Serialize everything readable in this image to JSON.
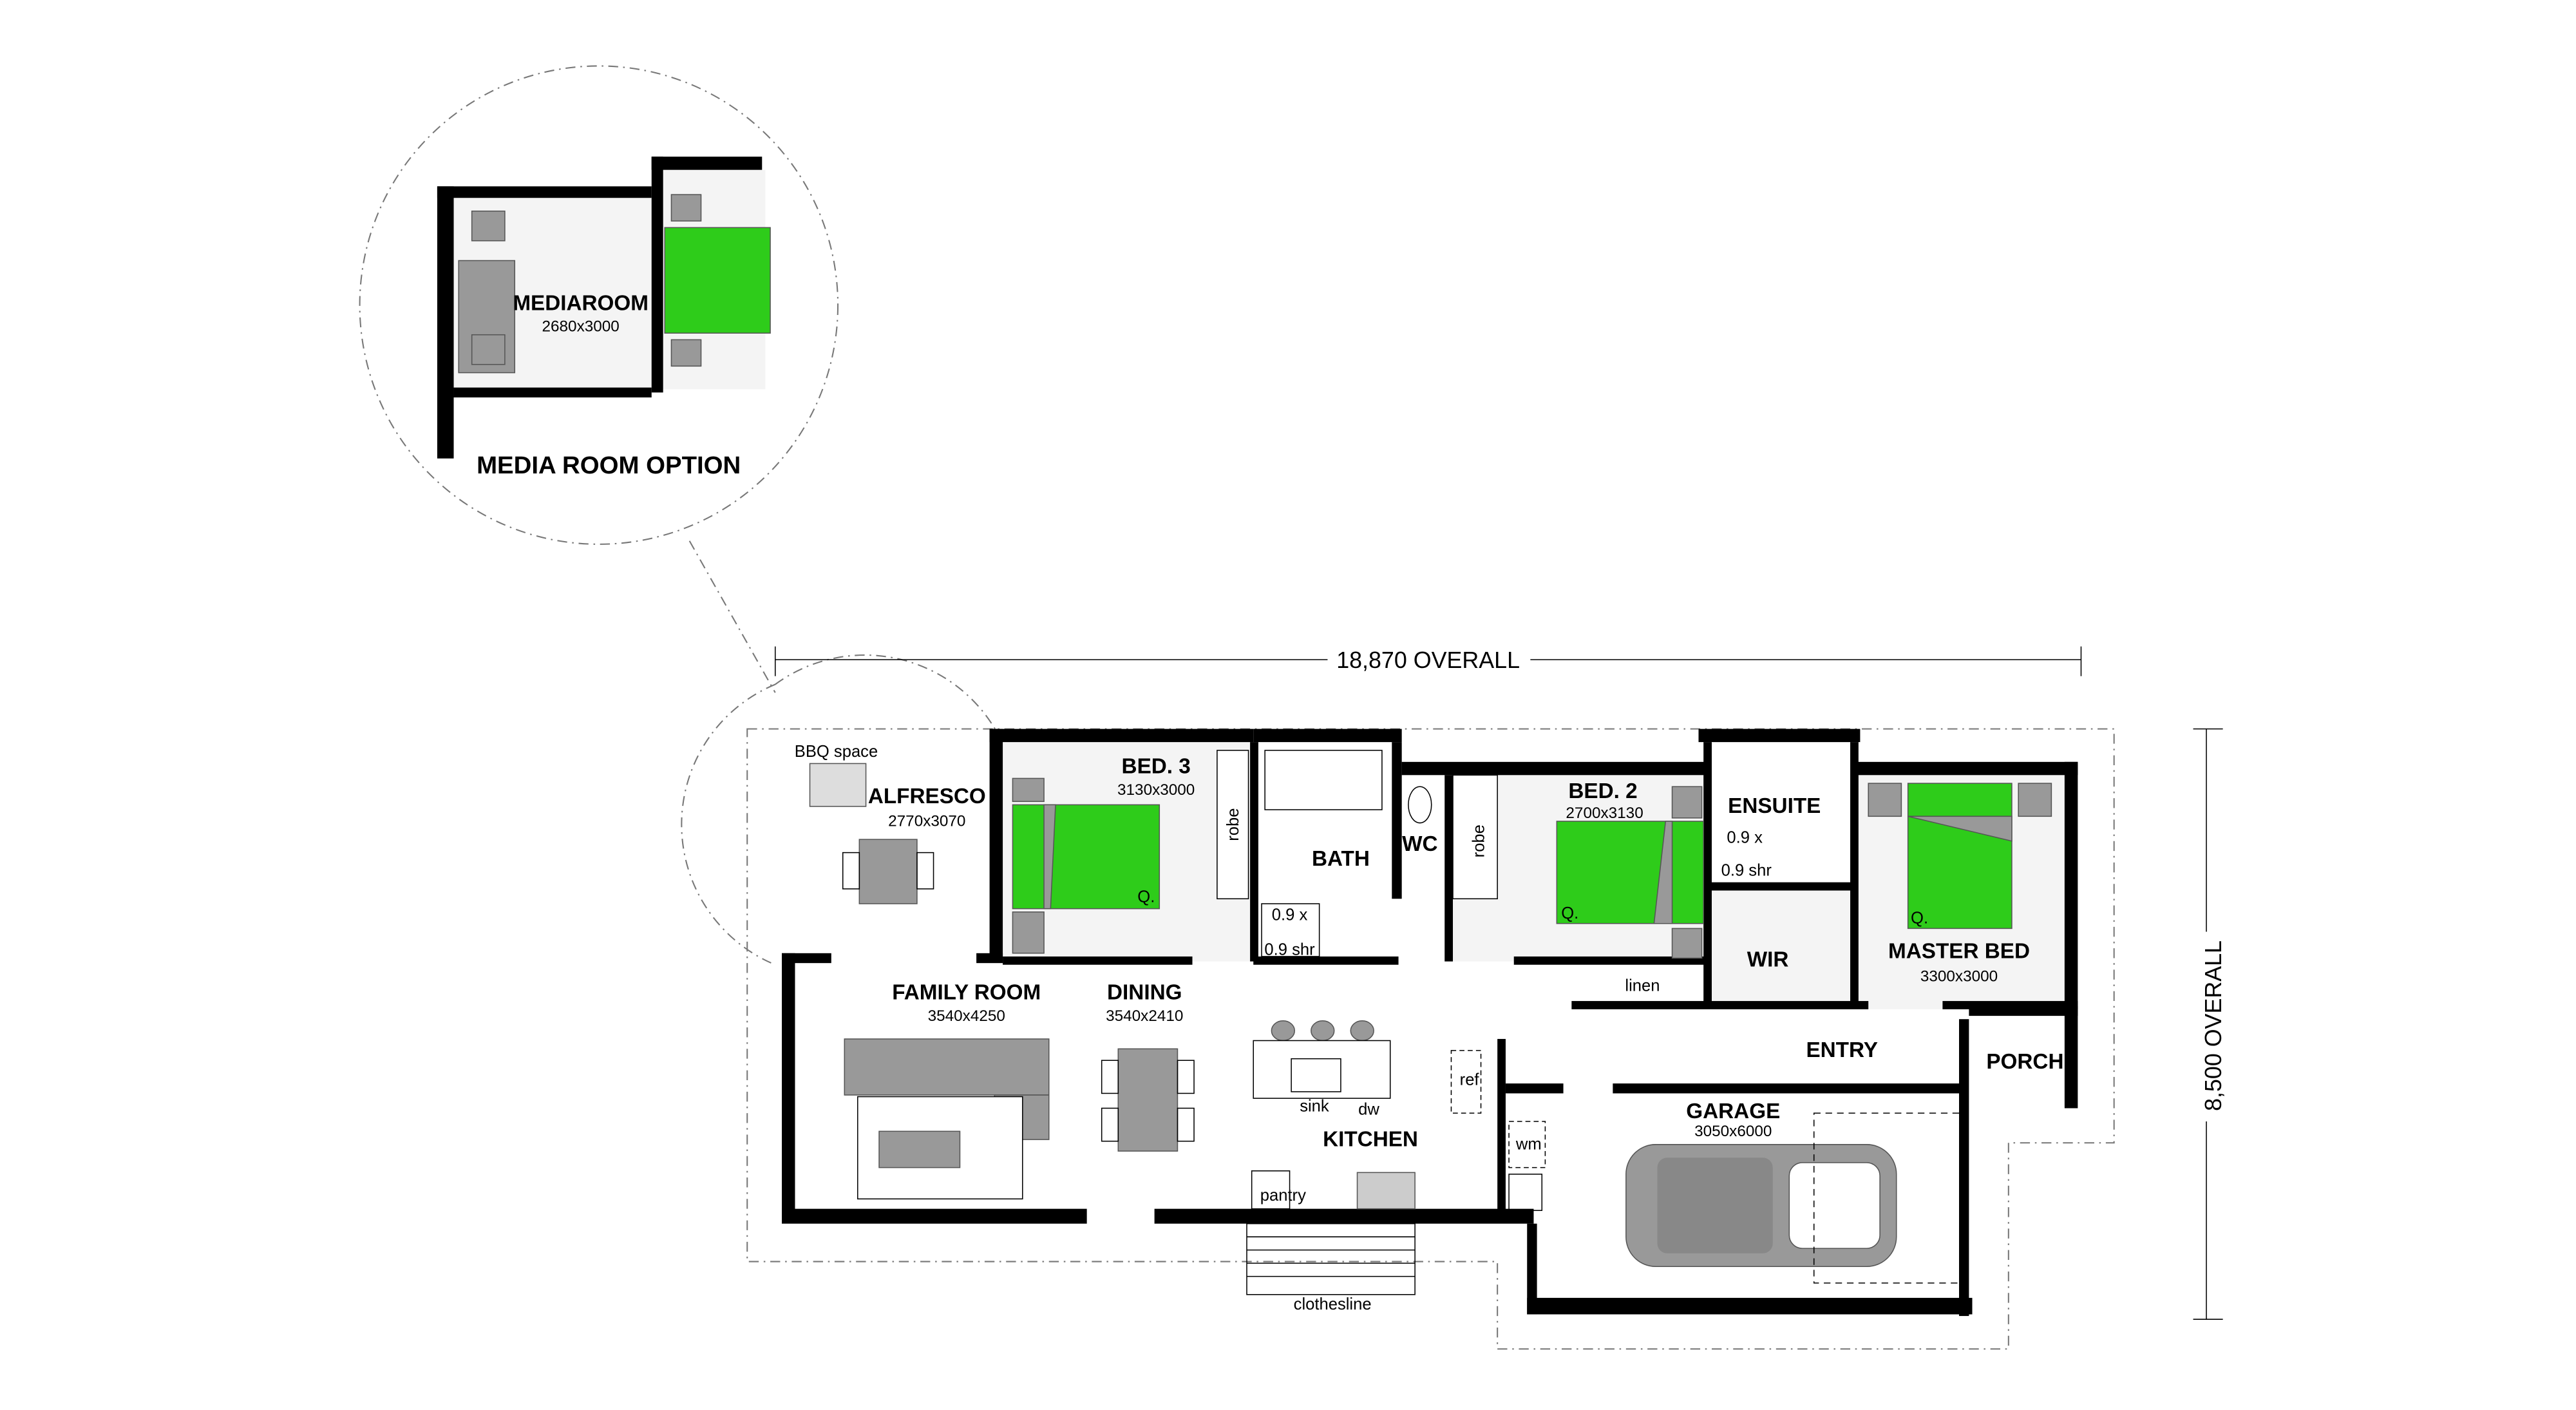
{
  "option": {
    "room": "MEDIAROOM",
    "room_size": "2680x3000",
    "title": "MEDIA ROOM OPTION"
  },
  "dimensions": {
    "width": "18,870 OVERALL",
    "depth": "8,500 OVERALL"
  },
  "rooms": {
    "bbq": "BBQ space",
    "alfresco": {
      "name": "ALFRESCO",
      "size": "2770x3070"
    },
    "bed3": {
      "name": "BED. 3",
      "size": "3130x3000"
    },
    "robe": "robe",
    "bath": "BATH",
    "shower_a": "0.9 x",
    "shower_b": "0.9 shr",
    "wc": "WC",
    "bed2": {
      "name": "BED. 2",
      "size": "2700x3130"
    },
    "ensuite": "ENSUITE",
    "wir": "WIR",
    "master": {
      "name": "MASTER BED",
      "size": "3300x3000"
    },
    "linen": "linen",
    "family": {
      "name": "FAMILY ROOM",
      "size": "3540x4250"
    },
    "dining": {
      "name": "DINING",
      "size": "3540x2410"
    },
    "kitchen": "KITCHEN",
    "sink": "sink",
    "dw": "dw",
    "pantry": "pantry",
    "ref": "ref",
    "wm": "wm",
    "entry": "ENTRY",
    "porch": "PORCH",
    "garage": {
      "name": "GARAGE",
      "size": "3050x6000"
    },
    "clothesline": "clothesline",
    "queen": "Q."
  },
  "colors": {
    "bed": "#2ecc1a",
    "furniture": "#999999",
    "wall": "#000000"
  }
}
